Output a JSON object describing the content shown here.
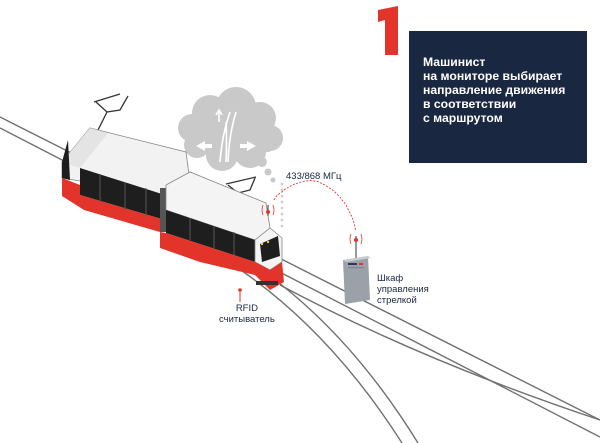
{
  "step": {
    "number": "1",
    "color": "#e3342b"
  },
  "info": {
    "lines": [
      "Машинист",
      "на мониторе выбирает",
      "направление движения",
      "в соответствии",
      "с маршрутом"
    ],
    "background": "#1a2740"
  },
  "labels": {
    "frequency": "433/868 МГц",
    "cabinet": [
      "Шкаф",
      "управления",
      "стрелкой"
    ],
    "rfid": [
      "RFID",
      "считыватель"
    ]
  },
  "icons": [
    "tram-icon",
    "thought-cloud-icon",
    "track-switch-icon",
    "switch-cabinet-icon",
    "antenna-icon",
    "radio-wave-icon"
  ],
  "colors": {
    "accent": "#e3342b",
    "navy": "#1a2740",
    "rail": "#707070",
    "cloud": "#c9c9c9"
  }
}
